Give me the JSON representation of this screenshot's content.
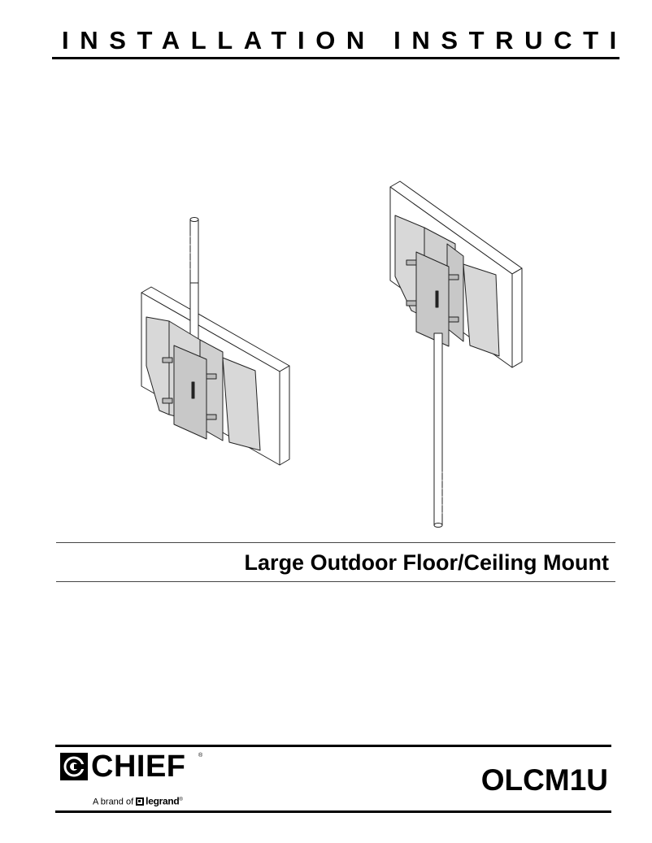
{
  "header": {
    "title": "INSTALLATION INSTRUCTIONS"
  },
  "illustration": {
    "left_figure": "ceiling-mount-illustration",
    "right_figure": "floor-mount-illustration"
  },
  "product": {
    "title": "Large Outdoor Floor/Ceiling Mount"
  },
  "footer": {
    "brand": "CHIEF",
    "registered_mark": "®",
    "tagline_prefix": "A brand of",
    "tagline_brand": "legrand",
    "tagline_mark": "®",
    "model": "OLCM1U"
  },
  "colors": {
    "panel_fill": "#d8d8d8",
    "line": "#222222",
    "background": "#ffffff"
  }
}
